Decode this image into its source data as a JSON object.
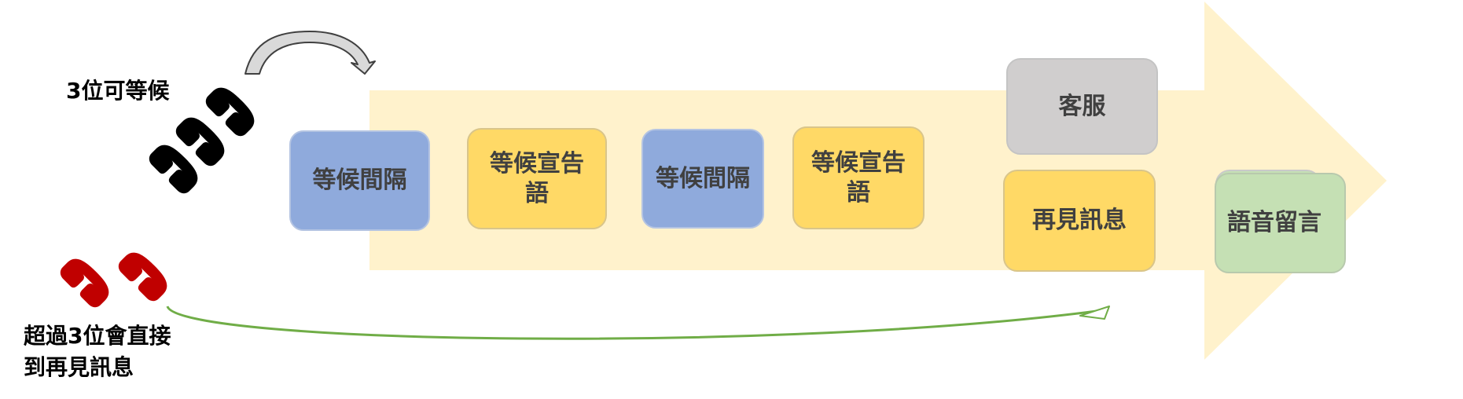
{
  "steps": {
    "wait_interval_1": "等候間隔",
    "wait_announcement_1_line1": "等候宣告",
    "wait_announcement_1_line2": "語",
    "wait_interval_2": "等候間隔",
    "wait_announcement_2_line1": "等候宣告",
    "wait_announcement_2_line2": "語"
  },
  "endpoints": {
    "customer_service": "客服",
    "goodbye_message": "再見訊息",
    "voicemail": "語音留言"
  },
  "labels": {
    "queue_limit": "3位可等候",
    "overflow_line1": "超過3位會直接",
    "overflow_line2": "到再見訊息"
  },
  "icons": {
    "waiting_callers": "phone-handset-icon",
    "overflow_callers": "phone-handset-icon"
  },
  "colors": {
    "flow_arrow": "#fff2cc",
    "wait_interval": "#8faadc",
    "announcement": "#ffd966",
    "customer_service": "#d0cece",
    "voicemail": "#c5e0b4",
    "waiting_phone": "#000000",
    "overflow_phone": "#c00000",
    "overflow_arrow": "#70ad47",
    "loop_arrow": "#d9d9d9"
  }
}
